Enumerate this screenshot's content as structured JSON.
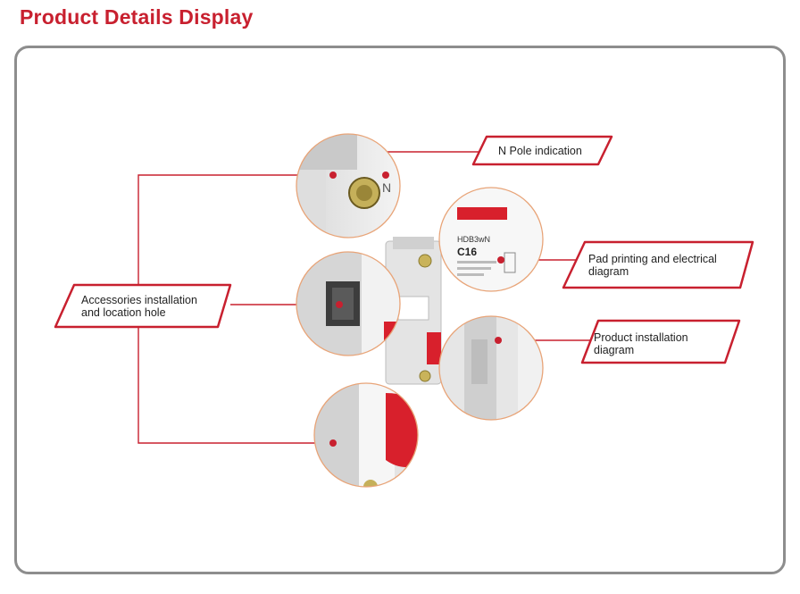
{
  "page": {
    "title": "Product Details Display",
    "accent_color": "#c8202f",
    "frame_color": "#8d8d8d"
  },
  "callouts": {
    "n_pole": {
      "line1": "N Pole indication"
    },
    "pad_printing": {
      "line1": "Pad printing and electrical",
      "line2": "diagram"
    },
    "accessories": {
      "line1": "Accessories installation",
      "line2": "and location hole"
    },
    "installation": {
      "line1": "Product installation",
      "line2": "diagram"
    }
  },
  "product": {
    "model": "HDB3wN",
    "rating": "C16",
    "pole_mark": "N"
  }
}
